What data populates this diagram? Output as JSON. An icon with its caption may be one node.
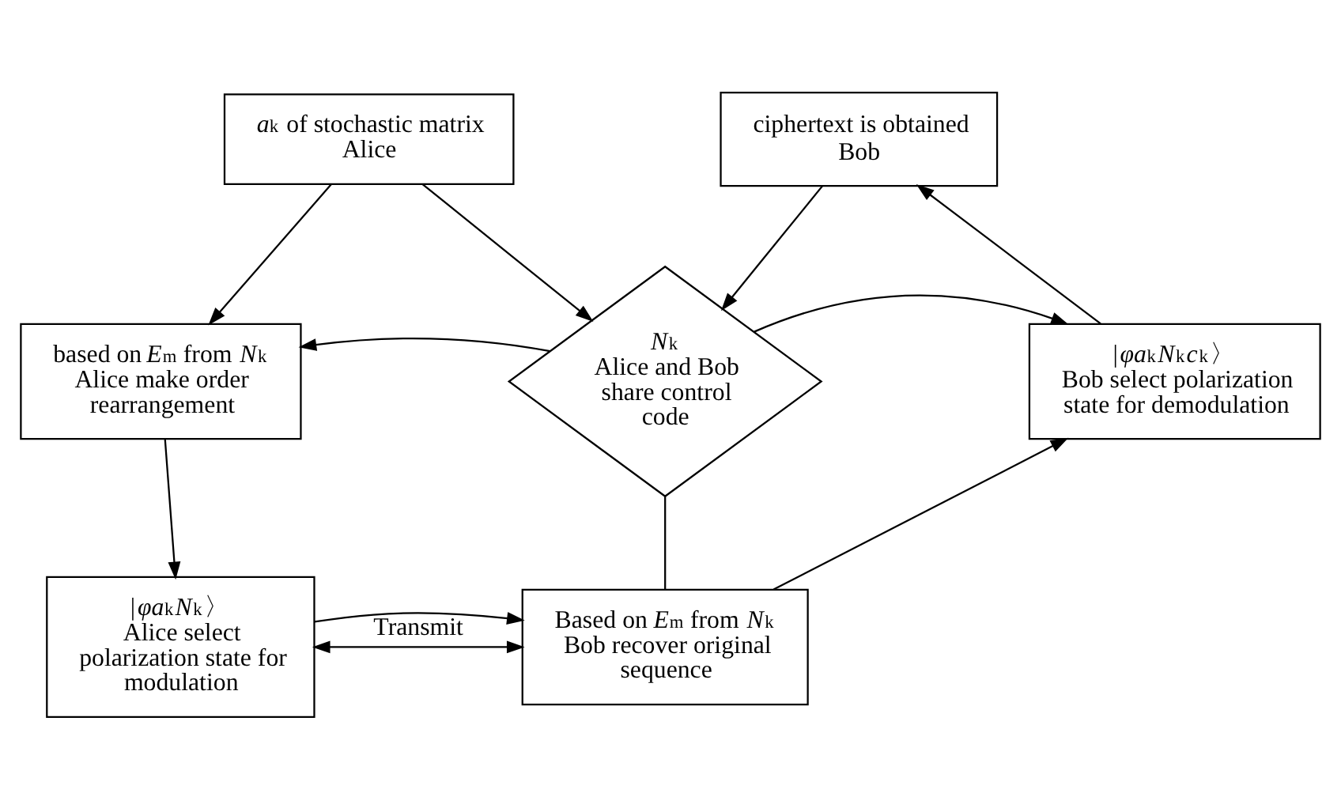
{
  "diagram": {
    "nodes": [
      {
        "text": [
          "*a*$_{k}$ of stochastic matrix",
          "Alice"
        ]
      },
      {
        "text": [
          "ciphertext is obtained",
          "Bob"
        ]
      },
      {
        "text": [
          "based on *E*$_{m}$ from *N*$_{k}$",
          "Alice make order rearrangement"
        ]
      },
      {
        "text": [
          "*N*$_{k}$",
          "Alice and Bob share control code"
        ]
      },
      {
        "text": [
          "|*φa*$_{k}$*N*$_{k}$*c*$_{k}$〉",
          "Bob select polarization state for demodulation"
        ]
      },
      {
        "text": [
          "|*φa*$_{k}$*N*$_{k}$〉",
          "Alice select polarization state for modulation"
        ]
      },
      {
        "text": [
          "Based on *E*$_{m}$ from *N*$_{k}$",
          "Bob recover original sequence"
        ]
      }
    ],
    "edges": [
      {
        "from": 0,
        "to": 2,
        "arrow": "to"
      },
      {
        "from": 0,
        "to": 3,
        "arrow": "to"
      },
      {
        "from": 1,
        "to": 3,
        "arrow": "to"
      },
      {
        "from": 3,
        "to": 2,
        "arrow": "to"
      },
      {
        "from": 3,
        "to": 4,
        "arrow": "to"
      },
      {
        "from": 2,
        "to": 5,
        "arrow": "to"
      },
      {
        "from": 5,
        "to": 6,
        "arrow": "to"
      },
      {
        "from": 5,
        "to": 6,
        "arrow": "both",
        "label": "Transmit"
      },
      {
        "from": 3,
        "to": 6,
        "arrow": "none"
      },
      {
        "from": 6,
        "to": 4,
        "arrow": "to"
      },
      {
        "from": 4,
        "to": 1,
        "arrow": "to"
      }
    ]
  }
}
